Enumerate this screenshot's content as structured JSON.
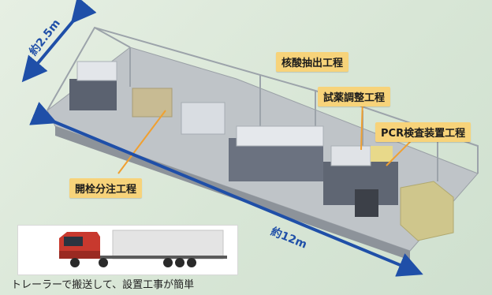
{
  "labels": {
    "nucleic_acid_extraction": "核酸抽出工程",
    "reagent_preparation": "試薬調整工程",
    "pcr_inspection": "PCR検査装置工程",
    "cap_opening_dispensing": "開栓分注工程"
  },
  "dimensions": {
    "width": "約2.5m",
    "length": "約12m"
  },
  "caption": "トレーラーで搬送して、設置工事が簡単",
  "colors": {
    "label_background": "#f7d37a",
    "dimension_arrow": "#1f4fa8",
    "leader_line": "#f0a030"
  }
}
